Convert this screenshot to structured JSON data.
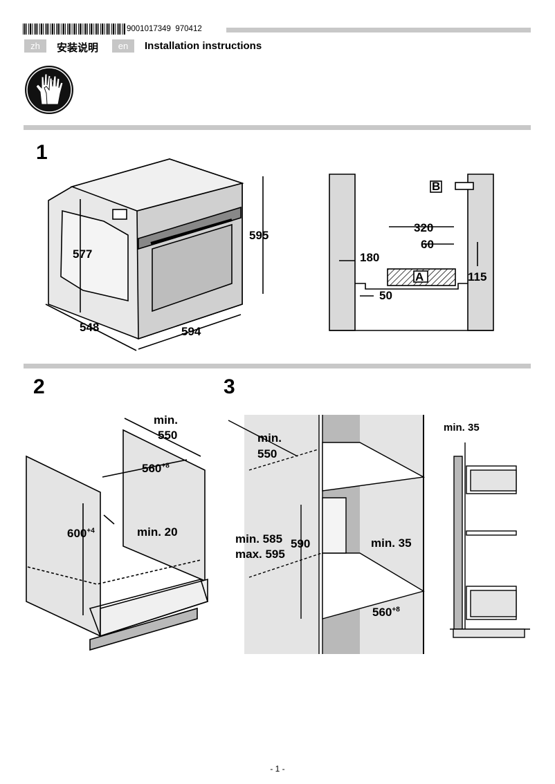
{
  "header": {
    "barcode_number": "9001017349",
    "doc_code": "970412",
    "lang_zh": "zh",
    "title_zh": "安装说明",
    "lang_en": "en",
    "title_en": "Installation instructions"
  },
  "safety_icon": "gloves-icon",
  "steps": [
    {
      "number": "1",
      "labels": {
        "height_577": "577",
        "height_595": "595",
        "depth_548": "548",
        "width_594": "594",
        "dim_320": "320",
        "dim_60": "60",
        "dim_180": "180",
        "dim_115": "115",
        "dim_50": "50",
        "area_a": "A",
        "bracket_b": "B"
      }
    },
    {
      "number": "2",
      "labels": {
        "min": "min.",
        "depth_550": "550",
        "width_560": "560",
        "width_560_tol": "+8",
        "height_600": "600",
        "height_600_tol": "+4",
        "min20": "min. 20"
      }
    },
    {
      "number": "3",
      "labels": {
        "min": "min.",
        "depth_550": "550",
        "min585": "min. 585",
        "max595": "max. 595",
        "h590": "590",
        "min35": "min. 35",
        "width_560": "560",
        "width_560_tol": "+8",
        "side_min35": "min. 35"
      }
    }
  ],
  "footer": {
    "page": "- 1 -"
  },
  "colors": {
    "separator": "#c8c8c8",
    "lang_badge": "#c6c6c6",
    "panel_gray": "#b9b9b9"
  }
}
